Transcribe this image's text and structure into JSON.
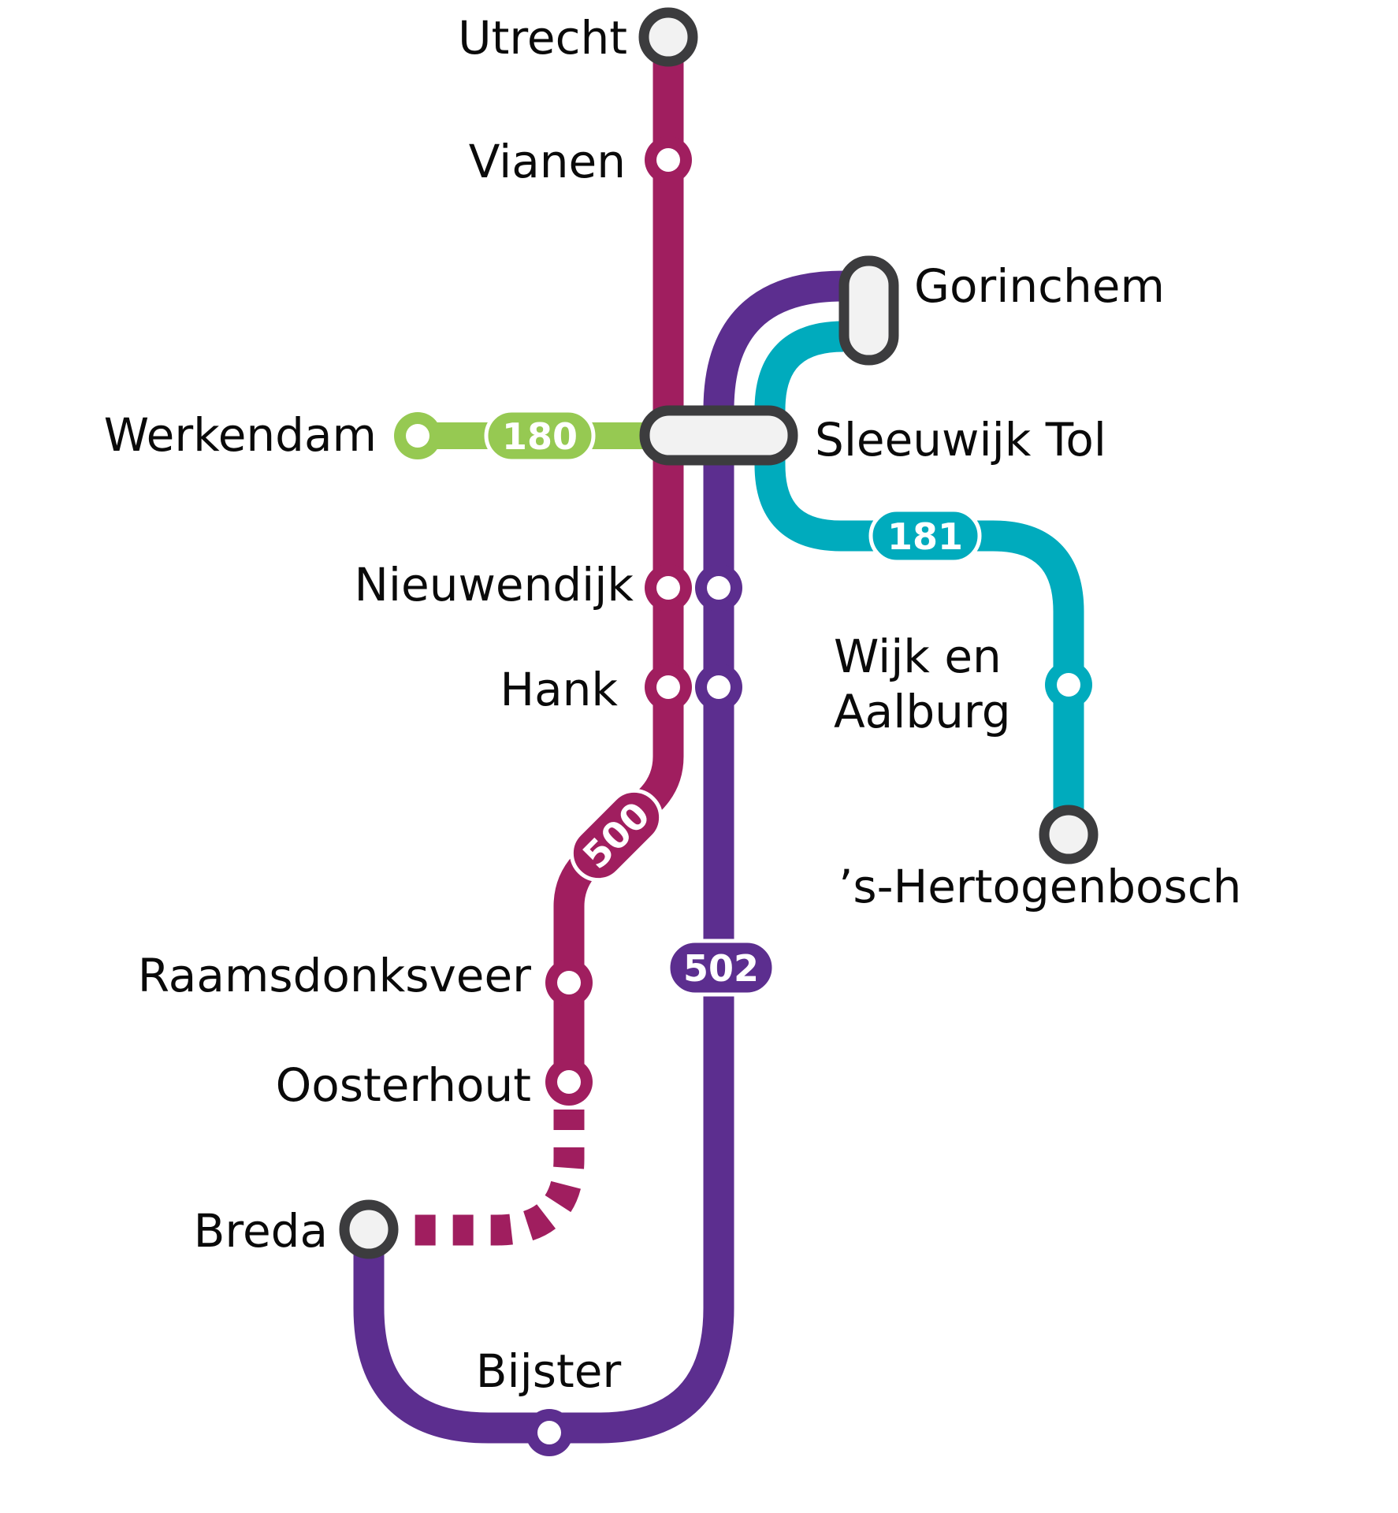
{
  "colors": {
    "line_500": "#A01E5F",
    "line_502": "#5C2E8F",
    "line_181": "#00ABBD",
    "line_180": "#96C952",
    "terminal_ring": "#3C3C3E",
    "terminal_fill": "#F2F2F2",
    "background": "#FFFFFF",
    "text": "#0A0A0A"
  },
  "lines": [
    {
      "id": "500",
      "label": "500",
      "color": "#A01E5F",
      "stations": [
        "Utrecht",
        "Vianen",
        "Sleeuwijk Tol",
        "Nieuwendijk",
        "Hank",
        "Raamsdonksveer",
        "Oosterhout",
        "Breda"
      ],
      "dashed_segment": [
        "Oosterhout",
        "Breda"
      ]
    },
    {
      "id": "502",
      "label": "502",
      "color": "#5C2E8F",
      "stations": [
        "Gorinchem",
        "Sleeuwijk Tol",
        "Nieuwendijk",
        "Hank",
        "Bijster",
        "Breda"
      ]
    },
    {
      "id": "181",
      "label": "181",
      "color": "#00ABBD",
      "stations": [
        "Gorinchem",
        "Sleeuwijk Tol",
        "Wijk en Aalburg",
        "'s-Hertogenbosch"
      ]
    },
    {
      "id": "180",
      "label": "180",
      "color": "#96C952",
      "stations": [
        "Werkendam",
        "Sleeuwijk Tol"
      ]
    }
  ],
  "stations": {
    "utrecht": "Utrecht",
    "vianen": "Vianen",
    "gorinchem": "Gorinchem",
    "werkendam": "Werkendam",
    "sleeuwijk_tol": "Sleeuwijk Tol",
    "nieuwendijk": "Nieuwendijk",
    "hank": "Hank",
    "wijk_en_aalburg_line1": "Wijk en",
    "wijk_en_aalburg_line2": "Aalburg",
    "hertogenbosch": "’s-Hertogenbosch",
    "raamsdonksveer": "Raamsdonksveer",
    "oosterhout": "Oosterhout",
    "breda": "Breda",
    "bijster": "Bijster"
  },
  "badges": {
    "line_180": "180",
    "line_181": "181",
    "line_500": "500",
    "line_502": "502"
  }
}
